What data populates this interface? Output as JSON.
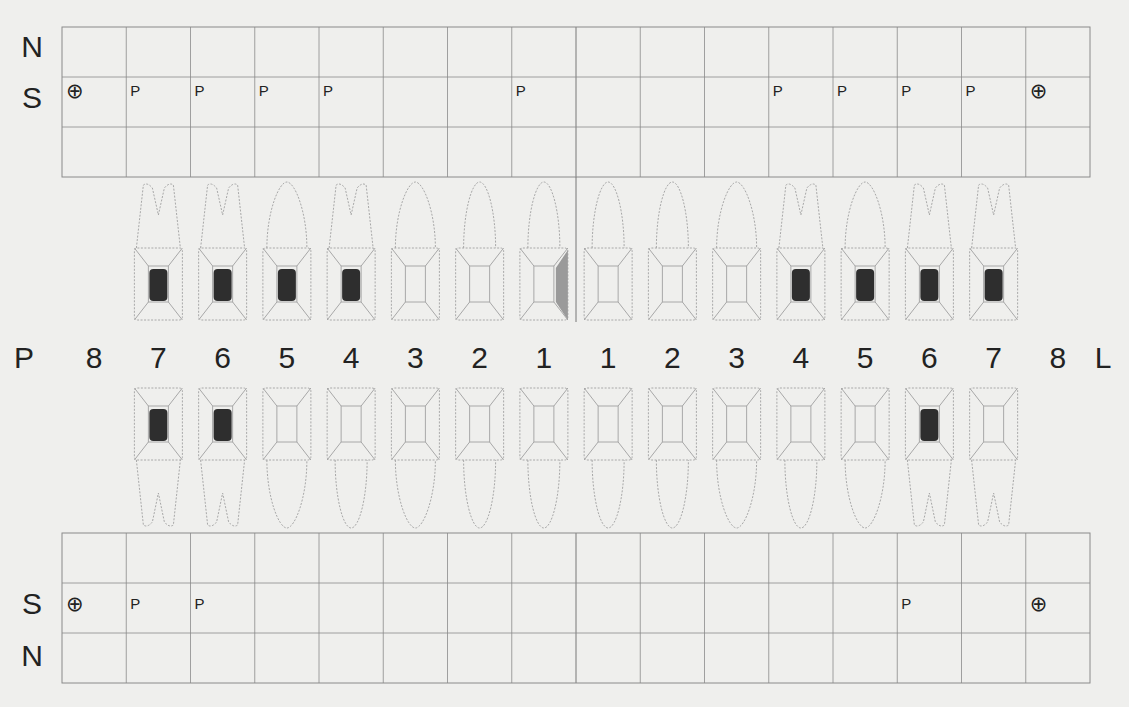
{
  "diagram": {
    "labels": [
      "N",
      "S",
      "⊕",
      "P",
      "P",
      "P",
      "P",
      "P",
      "P",
      "P",
      "P",
      "P",
      "⊕",
      "P",
      "8",
      "7",
      "6",
      "5",
      "4",
      "3",
      "2",
      "1",
      "1",
      "2",
      "3",
      "4",
      "5",
      "6",
      "7",
      "8",
      "L",
      "S",
      "⊕",
      "P",
      "P",
      "P",
      "⊕",
      "N"
    ]
  }
}
